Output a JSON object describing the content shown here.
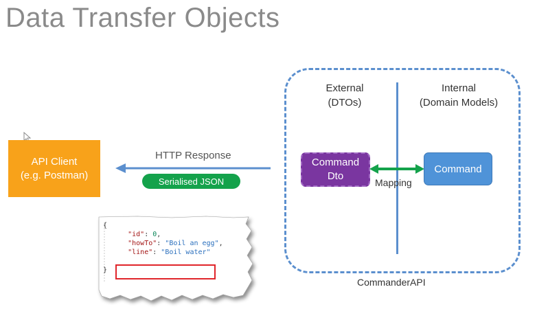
{
  "title": "Data Transfer Objects",
  "api_client": {
    "line1": "API Client",
    "line2": "(e.g. Postman)"
  },
  "http_response_label": "HTTP Response",
  "serialised_json_label": "Serialised JSON",
  "external_header": {
    "line1": "External",
    "line2": "(DTOs)"
  },
  "internal_header": {
    "line1": "Internal",
    "line2": "(Domain Models)"
  },
  "command_dto": {
    "line1": "Command",
    "line2": "Dto"
  },
  "command_label": "Command",
  "mapping_label": "Mapping",
  "api_name": "CommanderAPI",
  "json_snippet": {
    "open": "{",
    "id_key": "\"id\"",
    "id_value": "0",
    "howto_key": "\"howTo\"",
    "howto_value": "\"Boil an egg\"",
    "line_key": "\"line\"",
    "line_value": "\"Boil water\"",
    "close": "}"
  },
  "colors": {
    "api_client": "#f8a21a",
    "json_pill": "#14a24b",
    "dashed_border": "#5b8fce",
    "command_dto": "#7a36a0",
    "command": "#4f93d8",
    "mapping_arrow": "#14a24b",
    "highlight": "#e0242a"
  }
}
